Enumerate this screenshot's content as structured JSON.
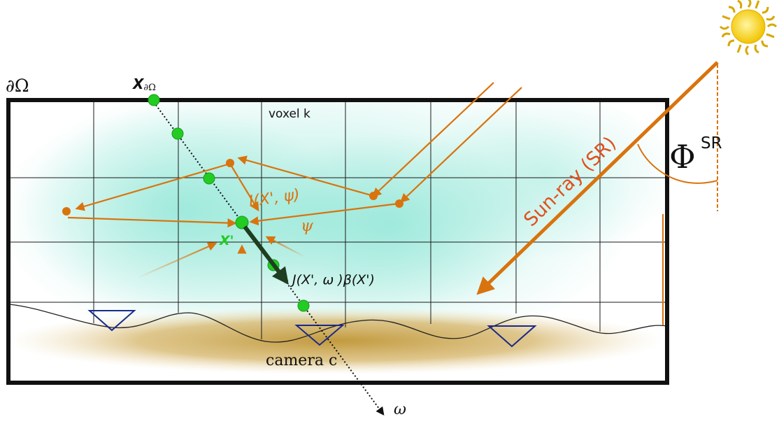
{
  "labels": {
    "boundary": "∂Ω",
    "boundary_point_main": "X",
    "boundary_point_sub": "∂Ω",
    "voxel": "voxel k",
    "radiance_in": "I(X', ψ)",
    "psi": "ψ",
    "x_prime": "X'",
    "source_term": "J(X', ω )β(X')",
    "camera": "camera c",
    "omega": "ω",
    "sun_ray": "Sun-ray (SR)",
    "phi": "Φ",
    "phi_sup": "SR"
  },
  "colors": {
    "orange": "#d9730d",
    "green": "#22cc22",
    "frame": "#111111",
    "grid": "#1a1a1a",
    "medium_glow": "#9fe8da",
    "ground": "#c9a24a",
    "camera": "#1a2a8a",
    "sun": "#f5d000"
  },
  "icons": {
    "sun": "sun-icon",
    "camera": "camera-triangle-icon"
  }
}
